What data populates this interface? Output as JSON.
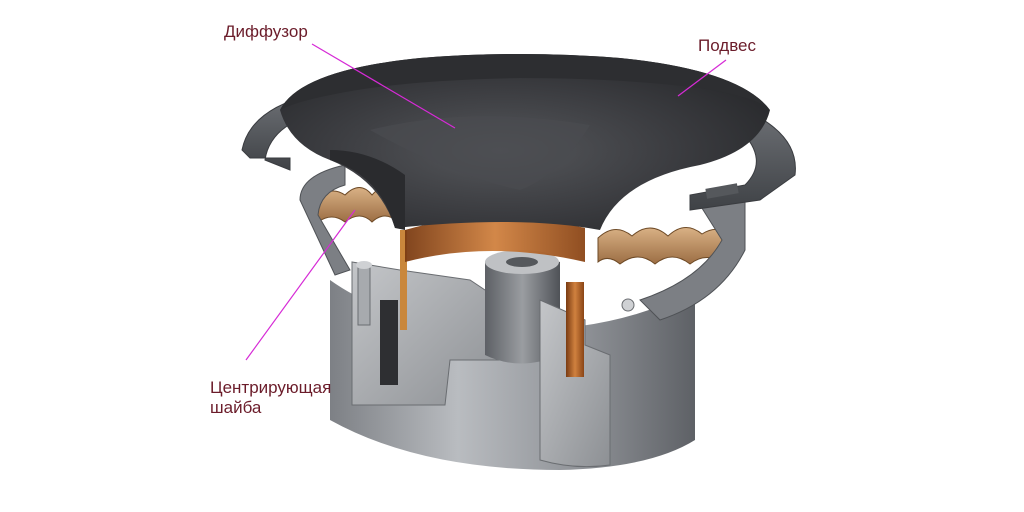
{
  "labels": {
    "diffuzor": "Диффузор",
    "podves": "Подвес",
    "centering_line1": "Центрирующая",
    "centering_line2": "шайба"
  },
  "colors": {
    "label_text": "#6b1c2a",
    "leader_line": "#d62ad6",
    "cone": "#3a3b3e",
    "metal": "#8a8d92",
    "copper": "#b5652a",
    "spider": "#c89d70"
  },
  "icons": [
    "speaker-cutaway-illustration"
  ]
}
